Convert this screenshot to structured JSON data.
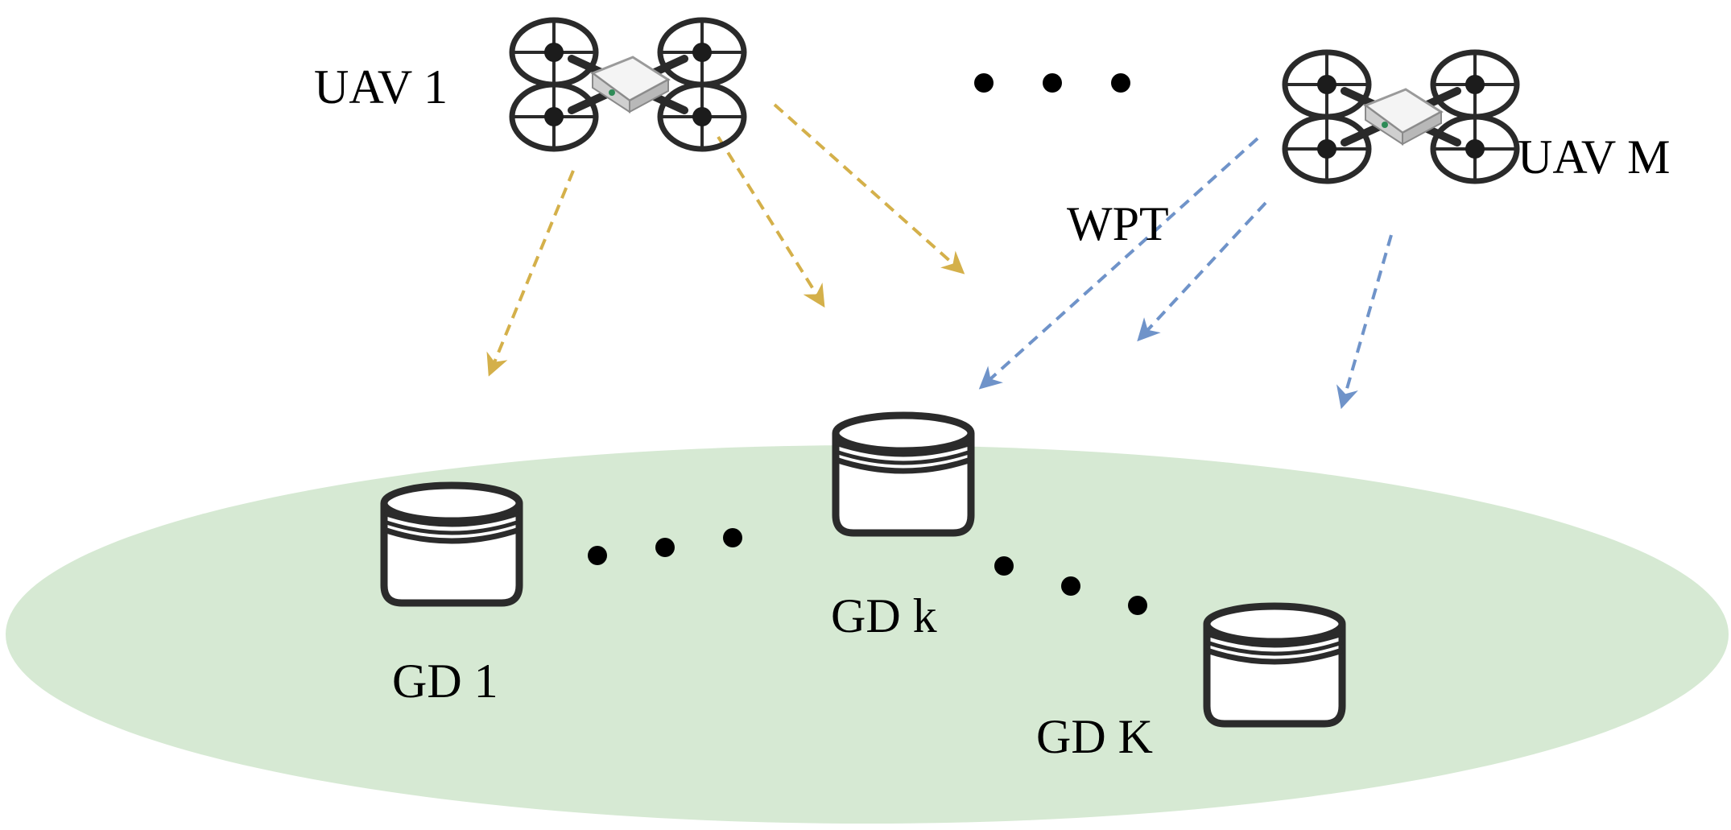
{
  "labels": {
    "uav_first": "UAV 1",
    "uav_last": "UAV M",
    "wpt": "WPT",
    "gd_first": "GD 1",
    "gd_mid": "GD k",
    "gd_last": "GD K"
  },
  "colors": {
    "ground": "#d6e9d3",
    "uav1_link": "#d4b04a",
    "uavm_link": "#6f93c9",
    "device_stroke": "#2b2b2b",
    "text": "#000000"
  },
  "icons": {
    "uav": "quadcopter-drone-icon",
    "device": "cylinder-device-icon",
    "ellipsis": "ellipsis-dots"
  }
}
